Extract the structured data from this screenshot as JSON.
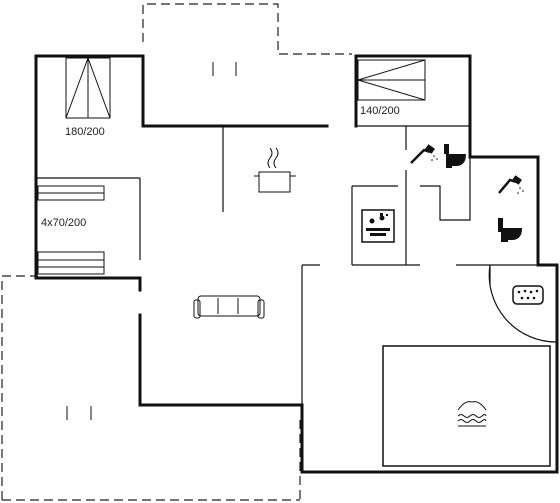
{
  "rooms": {
    "bed_1": {
      "label": "180/200"
    },
    "bed_2": {
      "label": "140/200"
    },
    "bed_3": {
      "label": "4x70/200"
    }
  },
  "icons": [
    "kitchen-pot-icon",
    "sofa-icon",
    "shower-icon",
    "toilet-icon",
    "sauna-icon",
    "whirlpool-icon",
    "pool-icon",
    "terrace-marker-icon"
  ],
  "colors": {
    "wall": "#111111",
    "background": "#ffffff"
  }
}
